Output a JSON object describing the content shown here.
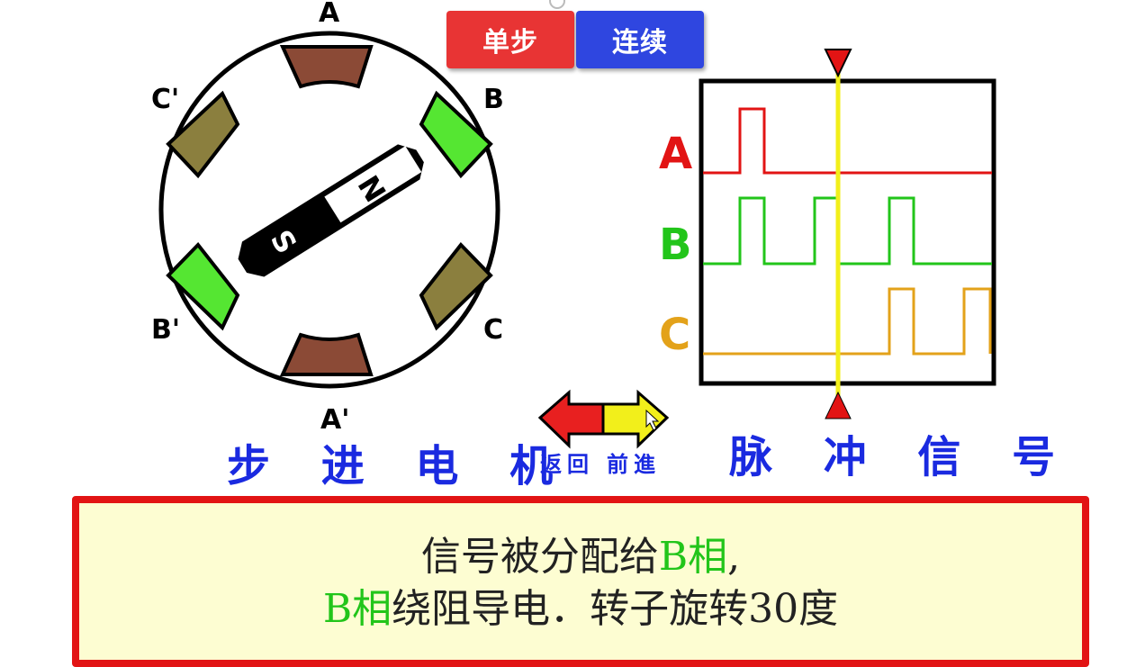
{
  "buttons": {
    "single_step": "单步",
    "continuous": "连续"
  },
  "motor": {
    "caption": "步 进 电 机",
    "poles": {
      "A": "A",
      "B": "B",
      "C": "C",
      "A_prime": "A'",
      "B_prime": "B'",
      "C_prime": "C'"
    },
    "rotor": {
      "north": "N",
      "south": "S"
    },
    "colors": {
      "A": "#8b4a36",
      "B": "#55e632",
      "C": "#8b7f3e"
    }
  },
  "signal": {
    "caption": "脉 冲 信 号",
    "phases": [
      {
        "label": "A",
        "color": "#e21414"
      },
      {
        "label": "B",
        "color": "#22c51a"
      },
      {
        "label": "C",
        "color": "#e3a21a"
      }
    ],
    "cursor_color": "#f2ef1b"
  },
  "nav": {
    "back": "返回",
    "forward": "前進"
  },
  "message": {
    "line1_prefix": "信号被分配给",
    "line1_highlight": "B相",
    "line1_suffix": ",",
    "line2_highlight": "B相",
    "line2_suffix": "绕阻导电．转子旋转30度"
  }
}
